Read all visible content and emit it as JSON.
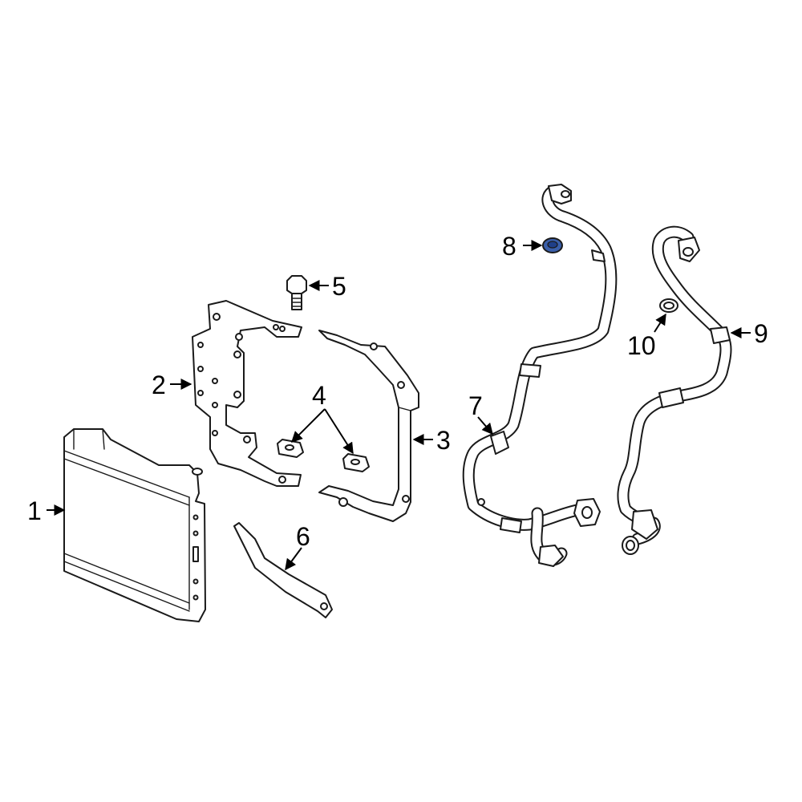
{
  "callouts": [
    {
      "id": "1",
      "label": "1"
    },
    {
      "id": "2",
      "label": "2"
    },
    {
      "id": "3",
      "label": "3"
    },
    {
      "id": "4",
      "label": "4"
    },
    {
      "id": "5",
      "label": "5"
    },
    {
      "id": "6",
      "label": "6"
    },
    {
      "id": "7",
      "label": "7"
    },
    {
      "id": "8",
      "label": "8"
    },
    {
      "id": "9",
      "label": "9"
    },
    {
      "id": "10",
      "label": "10"
    }
  ],
  "colors": {
    "line": "#1a1a1a",
    "highlight": "#3a5faa",
    "background": "#ffffff"
  }
}
